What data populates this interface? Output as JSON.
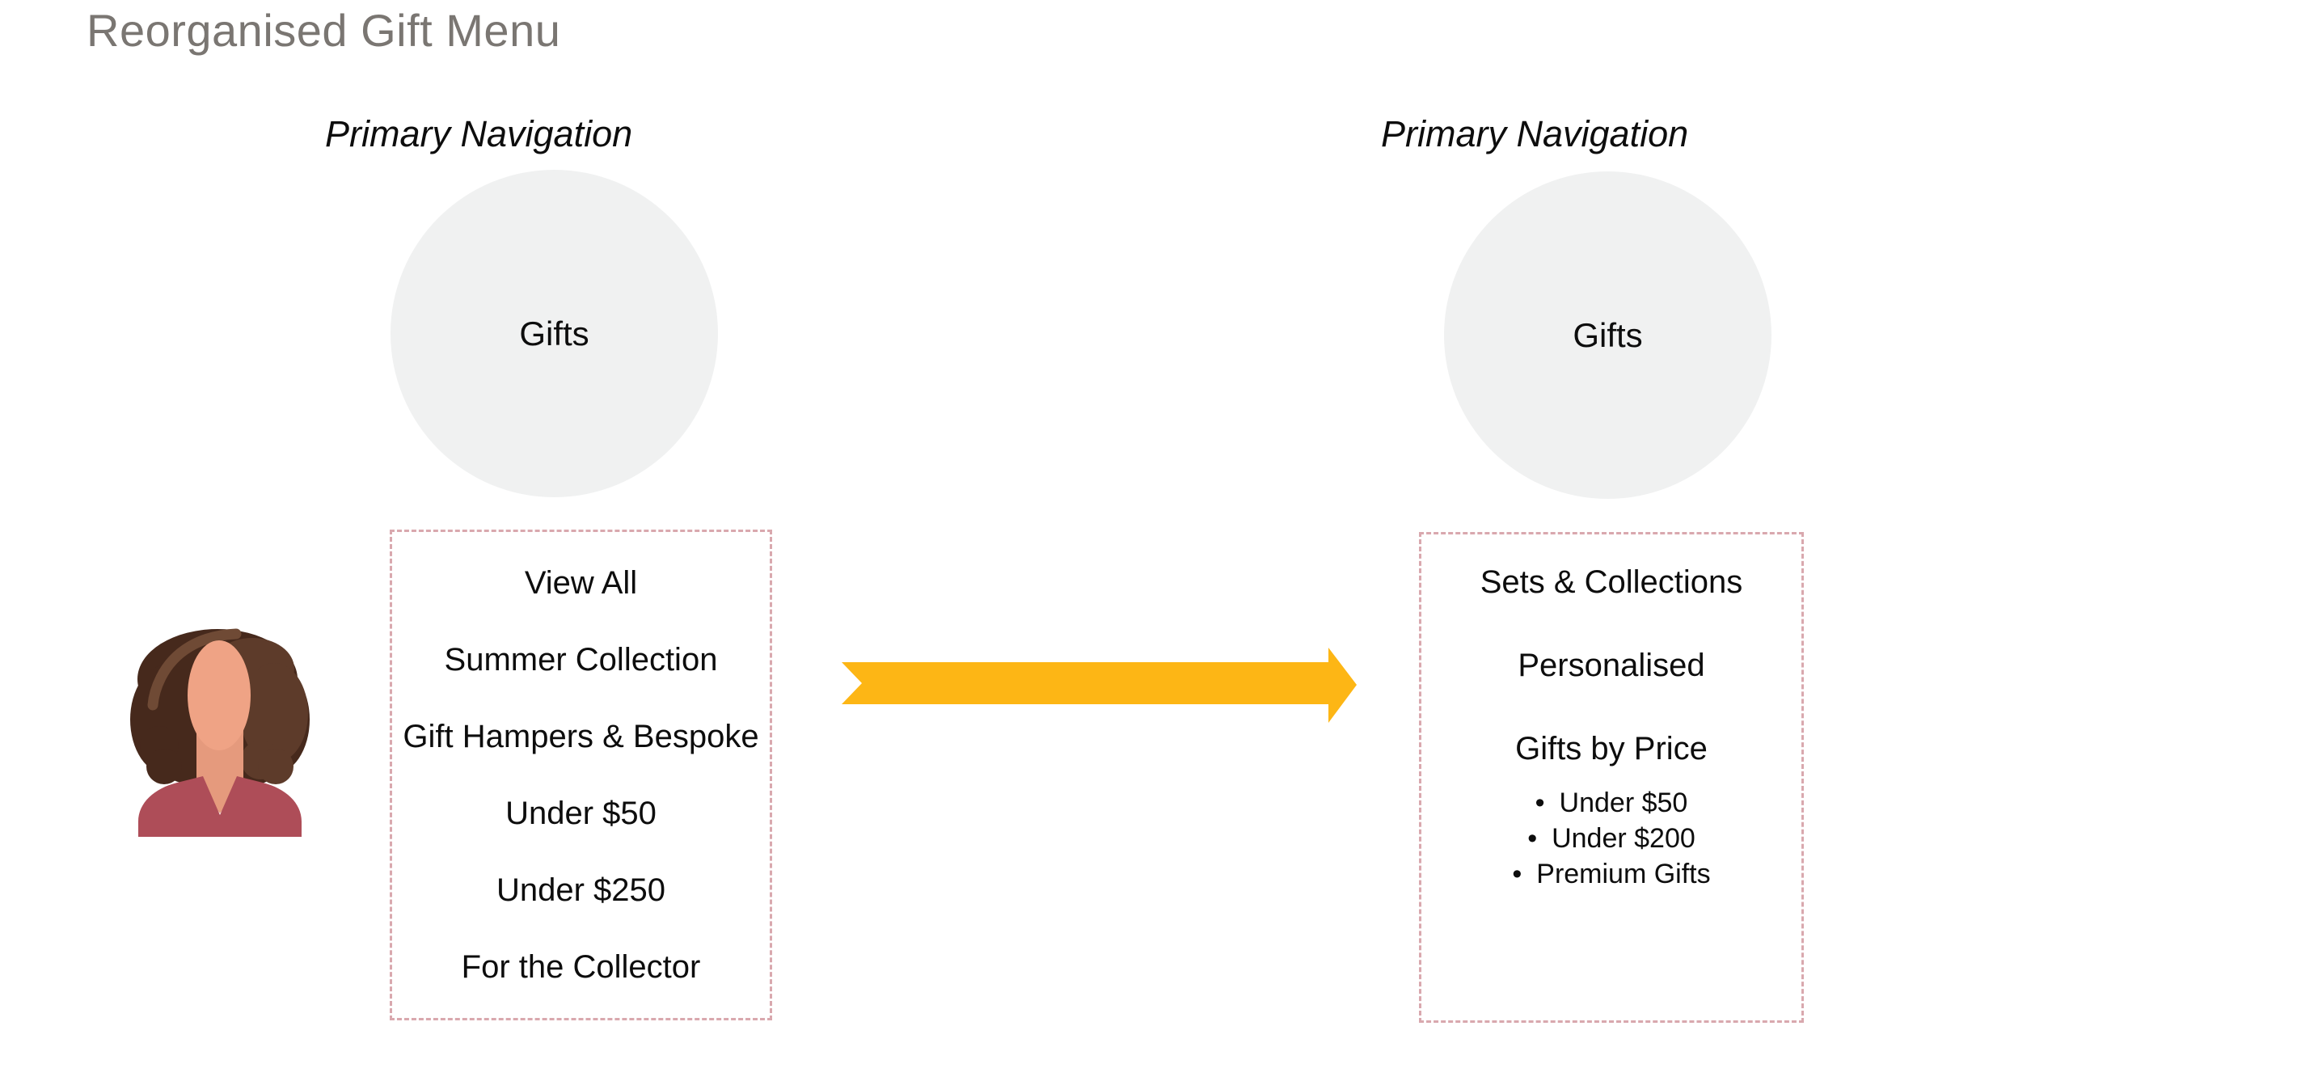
{
  "page": {
    "title": "Reorganised Gift Menu"
  },
  "colors": {
    "title_text": "#7a7672",
    "body_text": "#111111",
    "node_fill": "#f0f1f1",
    "box_border": "#d9a8ae",
    "arrow": "#fdb615",
    "avatar_hair_dark": "#46291c",
    "avatar_hair_light": "#5d3b2a",
    "avatar_skin": "#efa385",
    "avatar_shirt": "#ae4d58"
  },
  "before": {
    "section_label": "Primary Navigation",
    "node_label": "Gifts",
    "menu_items": [
      "View All",
      "Summer Collection",
      "Gift Hampers & Bespoke",
      "Under $50",
      "Under $250",
      "For the Collector"
    ]
  },
  "after": {
    "section_label": "Primary Navigation",
    "node_label": "Gifts",
    "menu_items": [
      "Sets & Collections",
      "Personalised",
      "Gifts by Price"
    ],
    "price_sub_items": [
      "Under $50",
      "Under $200",
      "Premium Gifts"
    ]
  },
  "icons": {
    "arrow": "right-arrow",
    "avatar": "woman-avatar"
  }
}
